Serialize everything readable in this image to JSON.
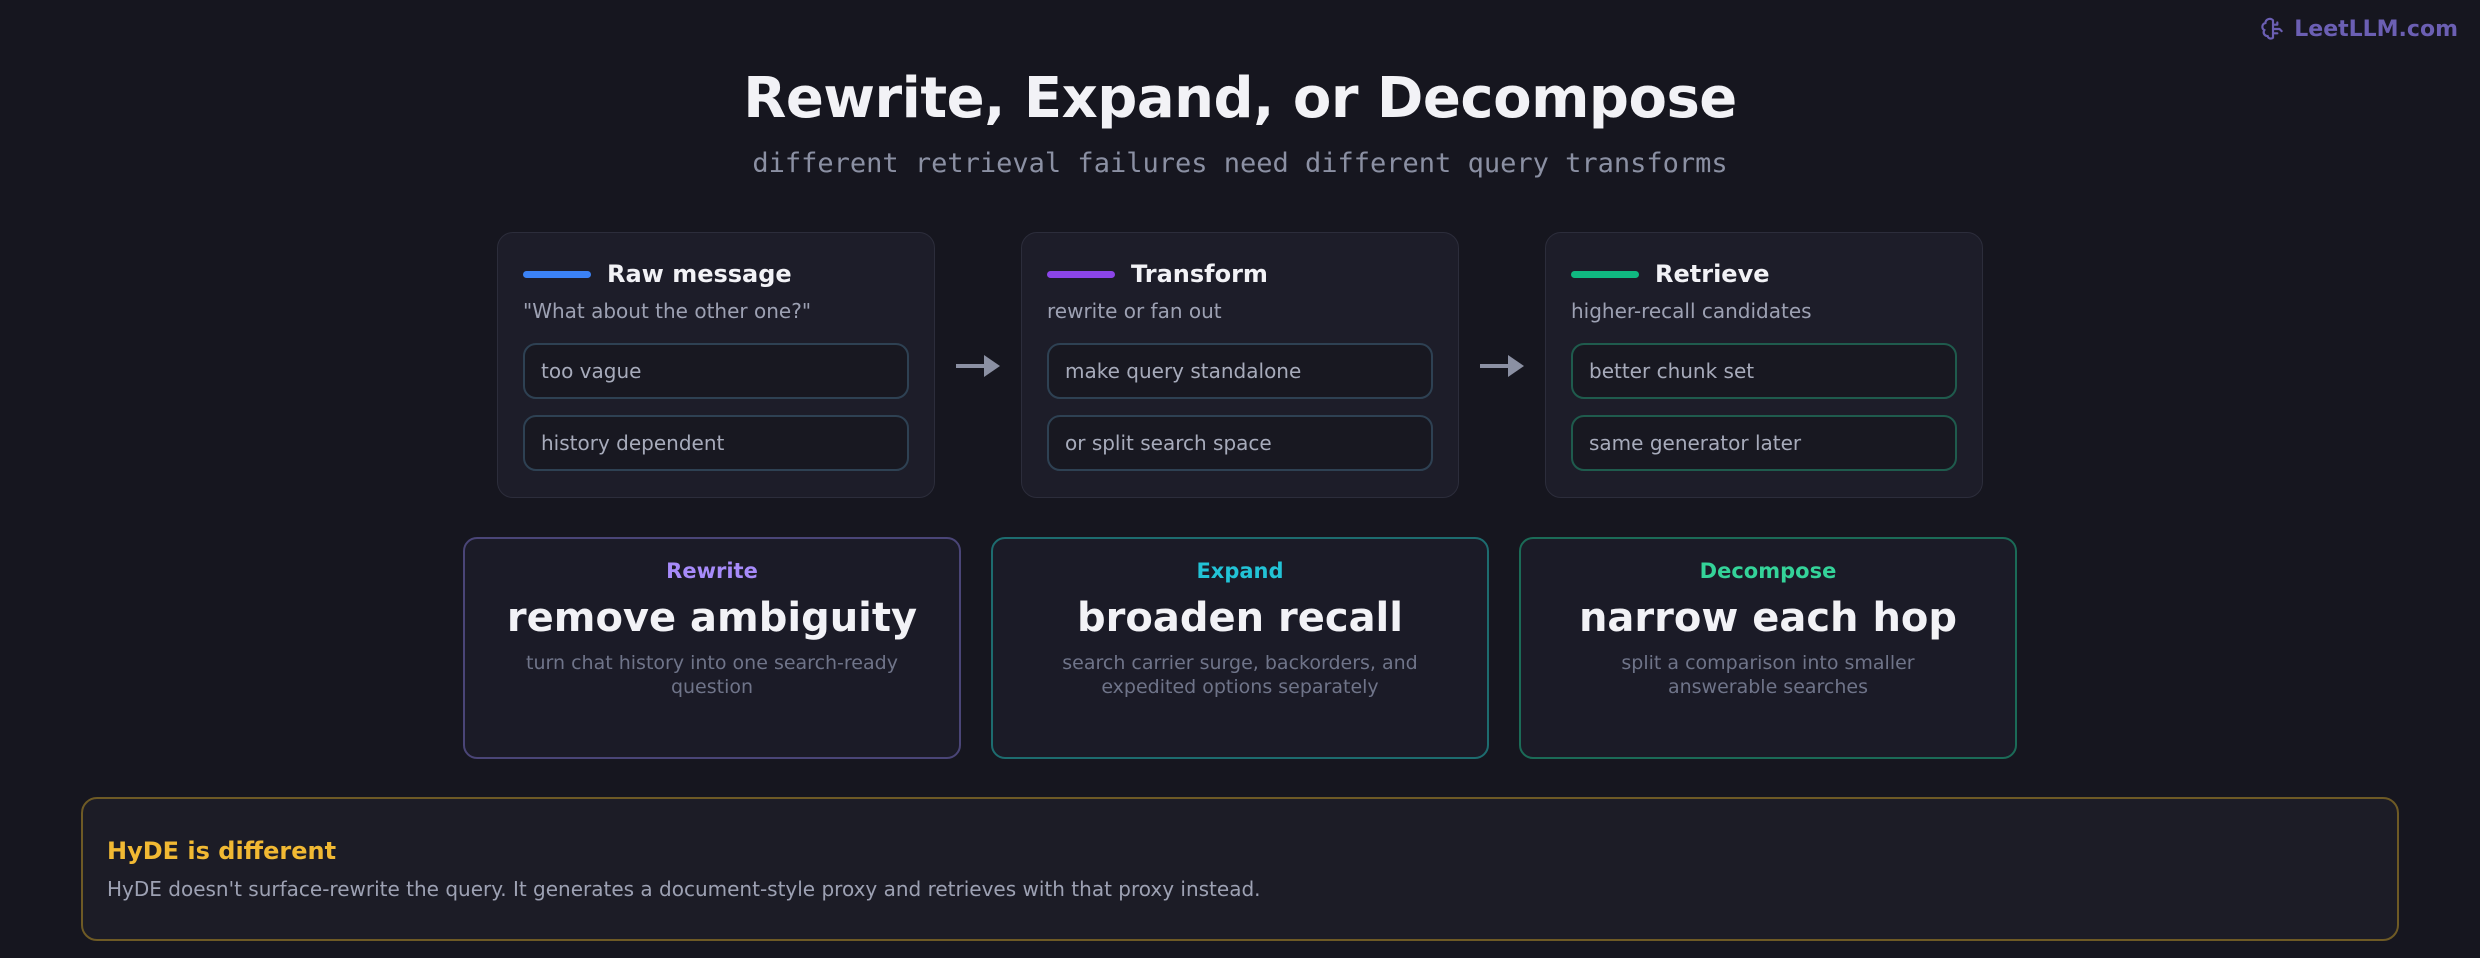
{
  "brand": {
    "name": "LeetLLM.com",
    "icon": "brain-icon"
  },
  "title": "Rewrite, Expand, or Decompose",
  "subtitle": "different retrieval failures need different query transforms",
  "steps": [
    {
      "title": "Raw message",
      "desc": "\"What about the other one?\"",
      "accent": "#3b82f6",
      "pills": [
        "too vague",
        "history dependent"
      ]
    },
    {
      "title": "Transform",
      "desc": "rewrite or fan out",
      "accent": "#8b45e8",
      "pills": [
        "make query standalone",
        "or split search space"
      ]
    },
    {
      "title": "Retrieve",
      "desc": "higher-recall candidates",
      "accent": "#10b981",
      "pills": [
        "better chunk set",
        "same generator later"
      ]
    }
  ],
  "cards": [
    {
      "label": "Rewrite",
      "headline": "remove ambiguity",
      "desc": "turn chat history into one search-ready question",
      "color": "#a78bfa"
    },
    {
      "label": "Expand",
      "headline": "broaden recall",
      "desc": "search carrier surge, backorders, and expedited options separately",
      "color": "#22c3d6"
    },
    {
      "label": "Decompose",
      "headline": "narrow each hop",
      "desc": "split a comparison into smaller answerable searches",
      "color": "#34d399"
    }
  ],
  "note": {
    "title": "HyDE is different",
    "text": "HyDE doesn't surface-rewrite the query. It generates a document-style proxy and retrieves with that proxy instead.",
    "color": "#f1b933"
  }
}
